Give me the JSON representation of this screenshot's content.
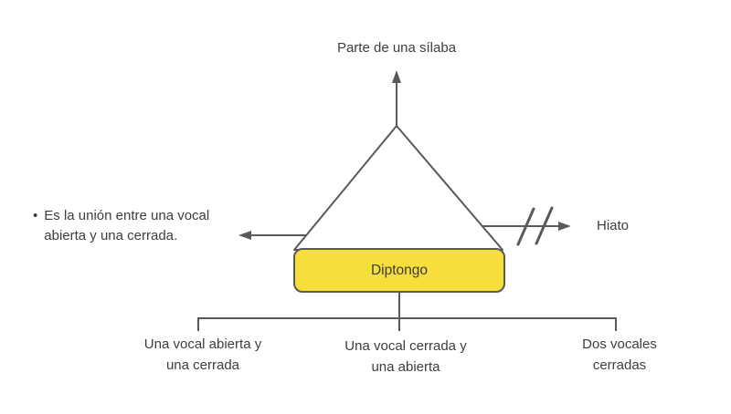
{
  "colors": {
    "background": "#ffffff",
    "line_gray": "#595959",
    "text_gray": "#3d3d3d",
    "box_fill_yellow": "#F6DE3C"
  },
  "diagram": {
    "top_label": "Parte de una sílaba",
    "left_note": {
      "bullet": "•",
      "text": "Es la unión entre una vocal\nabierta y una cerrada."
    },
    "center_box": {
      "label": "Diptongo"
    },
    "right_label": "Hiato",
    "branches": [
      {
        "label": "Una vocal abierta y\nuna cerrada"
      },
      {
        "label": "Una vocal cerrada y\nuna abierta"
      },
      {
        "label": "Dos vocales cerradas"
      }
    ]
  }
}
